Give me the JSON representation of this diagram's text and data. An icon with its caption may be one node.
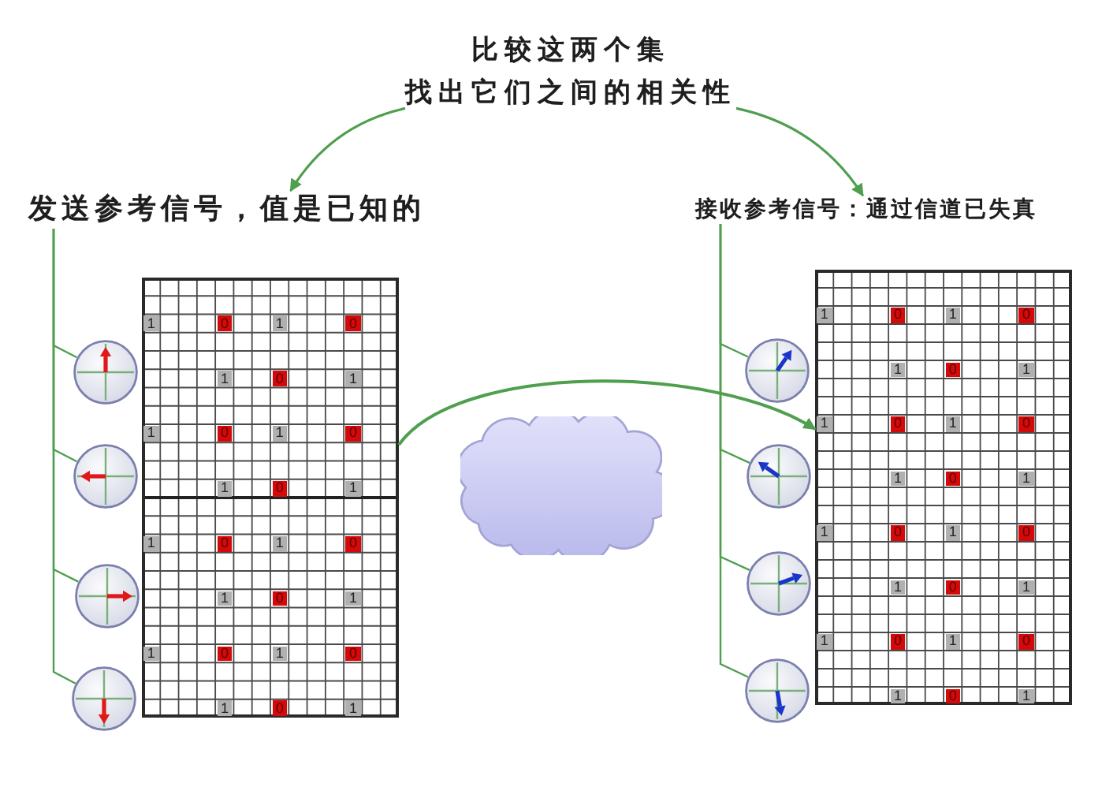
{
  "diagram": {
    "nodes": [
      {
        "text": [
          "比较这两个集找出它们之间的相关性"
        ]
      },
      {
        "text": [
          "发送参考信号，值是已知的"
        ]
      },
      {
        "text": [
          "接收参考信号：通过信道已失真"
        ]
      },
      {
        "text": [
          "1",
          "0",
          "1",
          "0",
          "1",
          "0",
          "1",
          "1",
          "0",
          "1",
          "0",
          "1",
          "0",
          "1",
          "1",
          "0",
          "1",
          "0",
          "1",
          "0",
          "1",
          "1",
          "0",
          "1",
          "0",
          "1",
          "0",
          "1"
        ]
      },
      {
        "text": [],
        "shape": "circle"
      },
      {
        "text": [],
        "shape": "circle"
      },
      {
        "text": [],
        "shape": "circle"
      },
      {
        "text": [],
        "shape": "circle"
      },
      {
        "text": [],
        "shape": "cloud"
      },
      {
        "text": [
          "1",
          "0",
          "1",
          "0",
          "1",
          "0",
          "1",
          "1",
          "0",
          "1",
          "0",
          "1",
          "0",
          "1",
          "1",
          "0",
          "1",
          "0",
          "1",
          "0",
          "1",
          "1",
          "0",
          "1",
          "0",
          "1",
          "0",
          "1"
        ]
      },
      {
        "text": [],
        "shape": "circle"
      },
      {
        "text": [],
        "shape": "circle"
      },
      {
        "text": [],
        "shape": "circle"
      },
      {
        "text": [],
        "shape": "circle"
      }
    ],
    "edges": [
      {
        "from": 0,
        "to": 1,
        "arrow": "to"
      },
      {
        "from": 0,
        "to": 2,
        "arrow": "to"
      },
      {
        "from": 1,
        "to": 4,
        "arrow": "none"
      },
      {
        "from": 1,
        "to": 5,
        "arrow": "none"
      },
      {
        "from": 1,
        "to": 6,
        "arrow": "none"
      },
      {
        "from": 1,
        "to": 7,
        "arrow": "none"
      },
      {
        "from": 3,
        "to": 9,
        "arrow": "to"
      },
      {
        "from": 2,
        "to": 10,
        "arrow": "none"
      },
      {
        "from": 2,
        "to": 11,
        "arrow": "none"
      },
      {
        "from": 2,
        "to": 12,
        "arrow": "none"
      },
      {
        "from": 2,
        "to": 13,
        "arrow": "none"
      }
    ]
  }
}
